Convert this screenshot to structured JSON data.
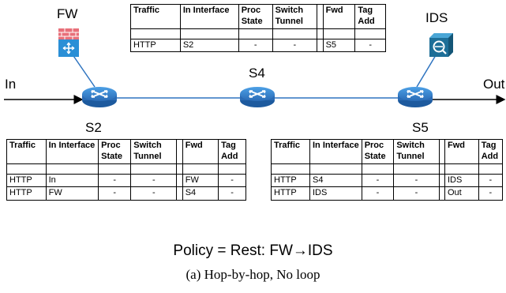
{
  "nodes": {
    "fw": "FW",
    "ids": "IDS",
    "s2": "S2",
    "s4": "S4",
    "s5": "S5",
    "in": "In",
    "out": "Out"
  },
  "table_headers": {
    "traffic": "Traffic",
    "in_interface": "In Interface",
    "proc_state": "Proc State",
    "switch_tunnel": "Switch Tunnel",
    "fwd": "Fwd",
    "tag_add": "Tag Add"
  },
  "table_s4": {
    "rows": [
      {
        "traffic": "HTTP",
        "in": "S2",
        "proc": "-",
        "tunnel": "-",
        "fwd": "S5",
        "tag": "-"
      }
    ]
  },
  "table_s2": {
    "rows": [
      {
        "traffic": "HTTP",
        "in": "In",
        "proc": "-",
        "tunnel": "-",
        "fwd": "FW",
        "tag": "-"
      },
      {
        "traffic": "HTTP",
        "in": "FW",
        "proc": "-",
        "tunnel": "-",
        "fwd": "S4",
        "tag": "-"
      }
    ]
  },
  "table_s5": {
    "rows": [
      {
        "traffic": "HTTP",
        "in": "S4",
        "proc": "-",
        "tunnel": "-",
        "fwd": "IDS",
        "tag": "-"
      },
      {
        "traffic": "HTTP",
        "in": "IDS",
        "proc": "-",
        "tunnel": "-",
        "fwd": "Out",
        "tag": "-"
      }
    ]
  },
  "policy": "Policy =  Rest: FW→IDS",
  "caption": "(a) Hop-by-hop, No loop",
  "colors": {
    "router": "#2f74c0",
    "link": "#2f74c0",
    "firewall_brick": "#e8707a",
    "firewall_body": "#2a8fd6",
    "ids_body": "#1e6f98"
  }
}
